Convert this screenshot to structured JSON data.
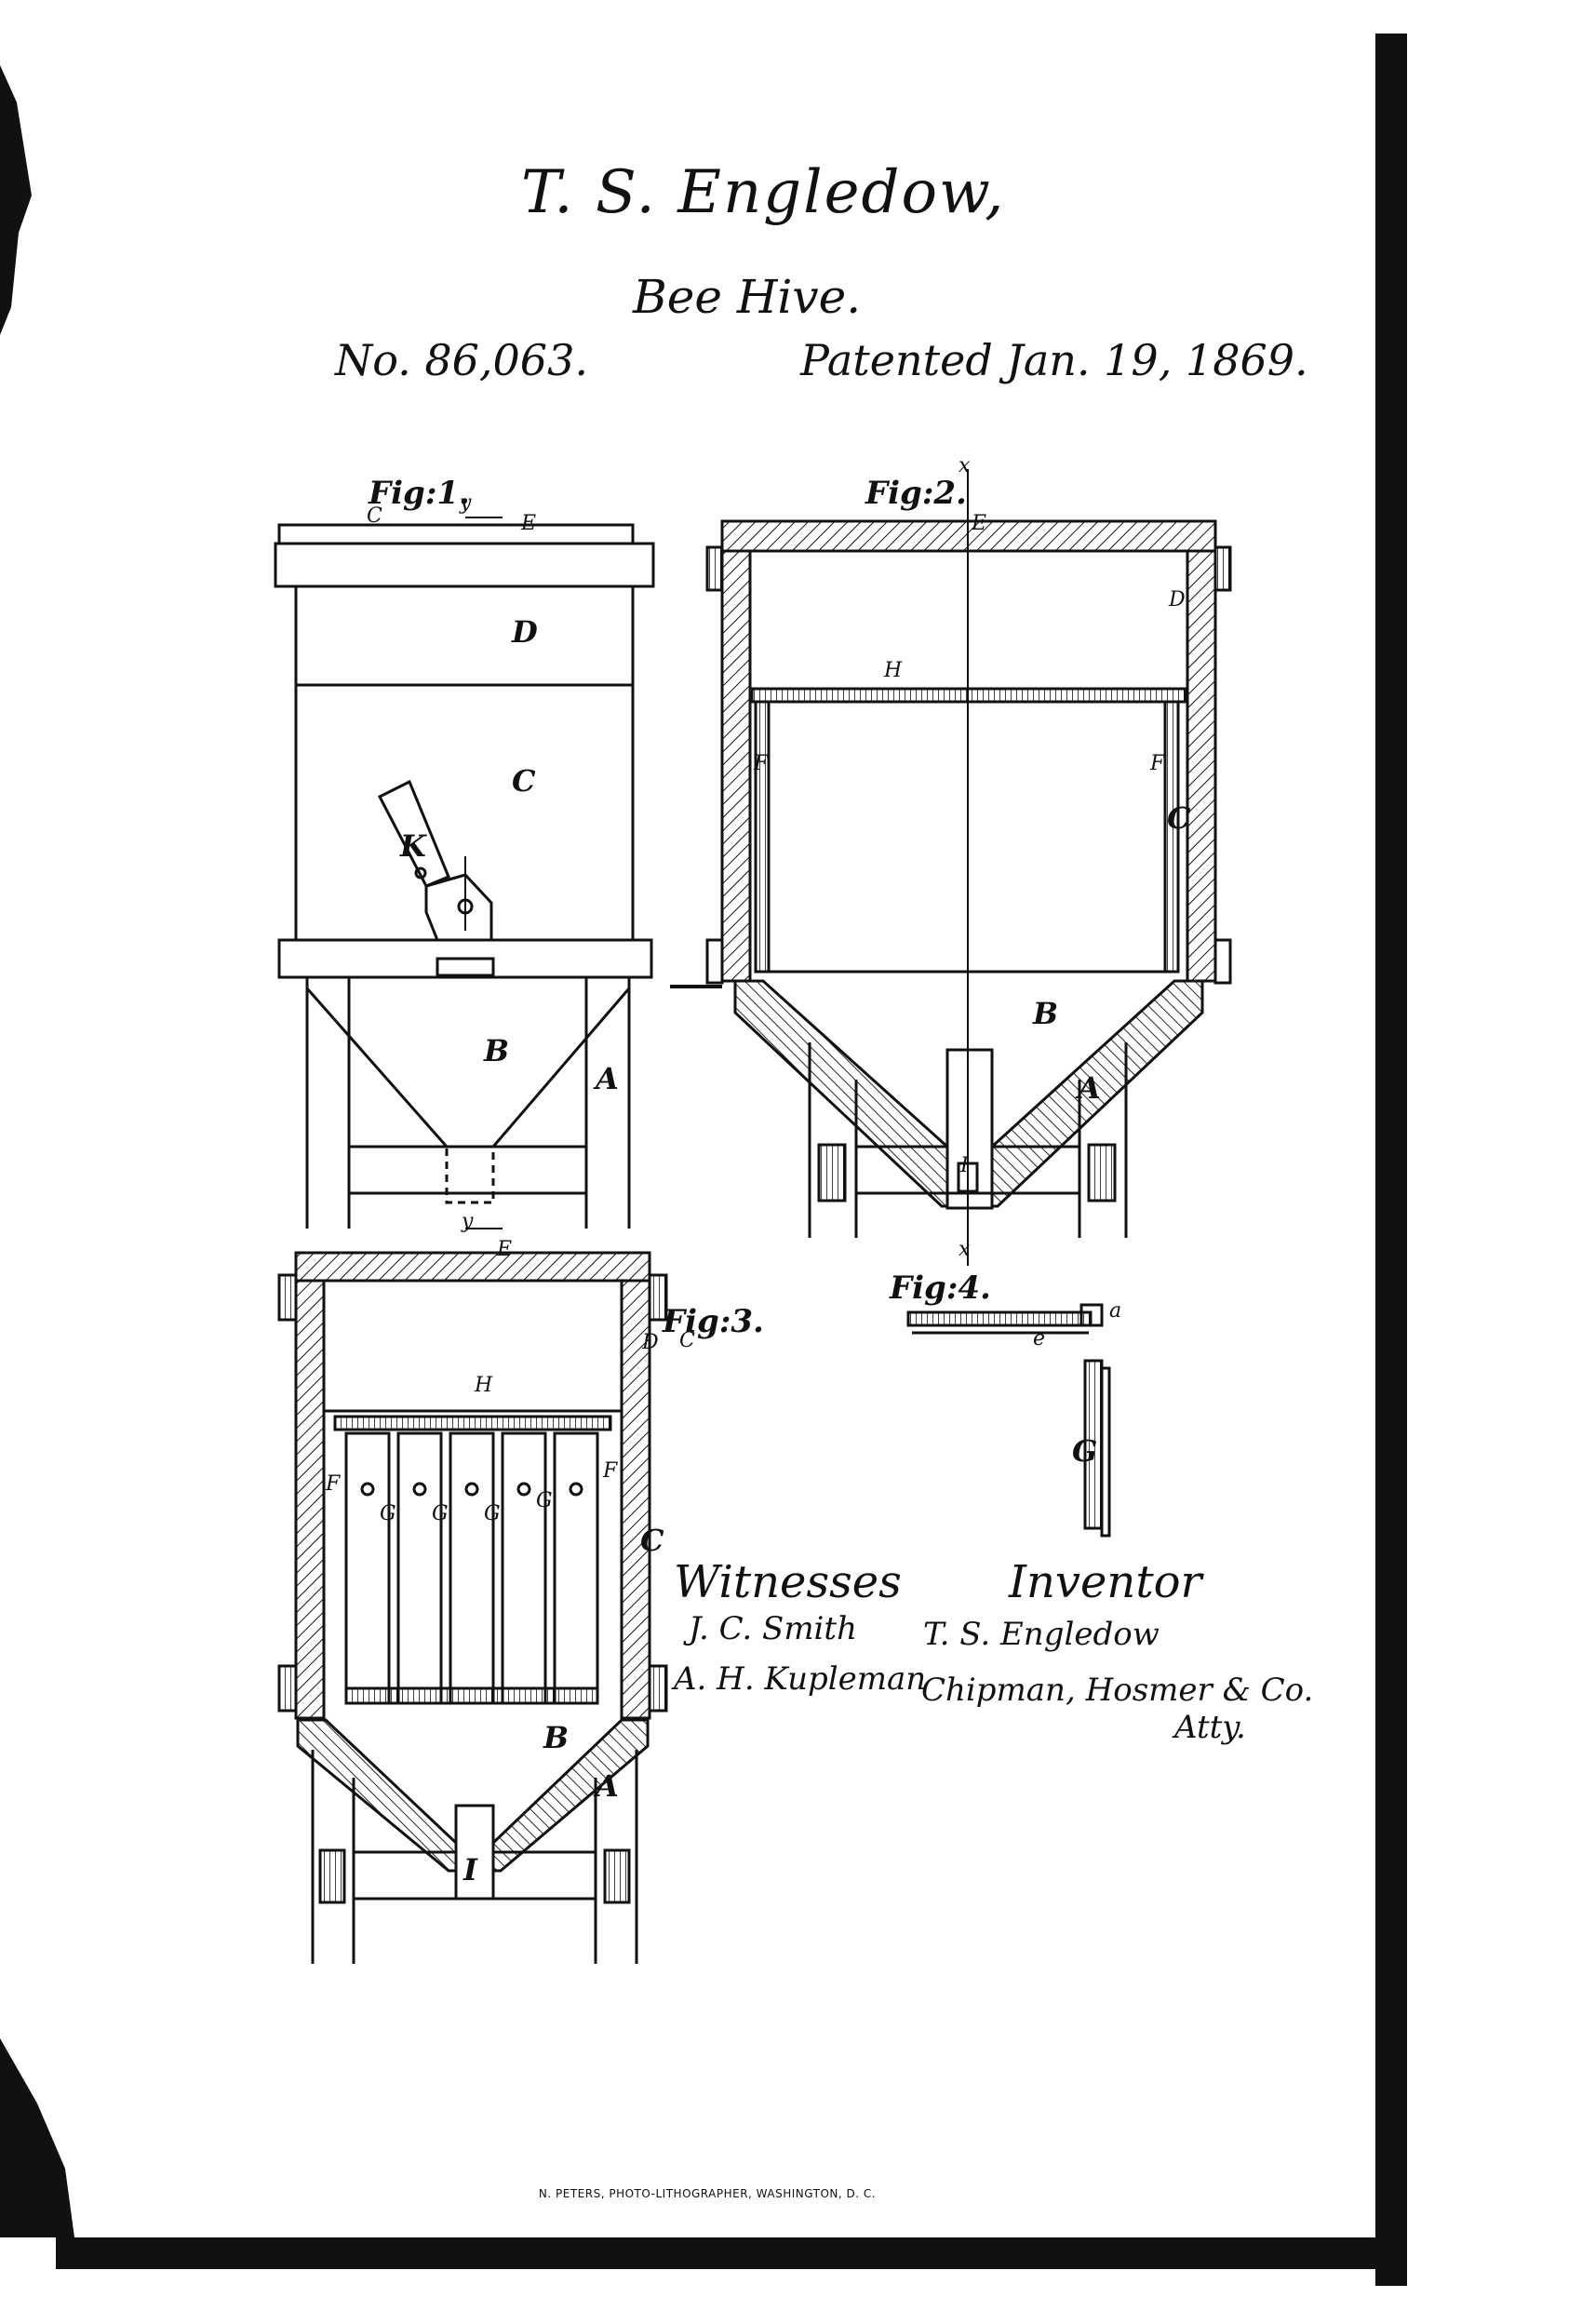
{
  "header": {
    "inventor_name": "T. S. Engledow,",
    "title": "Bee Hive.",
    "number": "No. 86,063.",
    "patented": "Patented Jan. 19, 1869."
  },
  "figures": {
    "fig1": {
      "label": "Fig:1.",
      "parts": [
        "C",
        "E",
        "D",
        "C",
        "K",
        "B",
        "A"
      ],
      "section_marks": [
        "y",
        "y"
      ]
    },
    "fig2": {
      "label": "Fig:2.",
      "parts": [
        "E",
        "D",
        "H",
        "F",
        "F",
        "C",
        "B",
        "A",
        "I"
      ],
      "section_marks": [
        "x",
        "x"
      ]
    },
    "fig3": {
      "label": "Fig:3.",
      "parts": [
        "E",
        "D",
        "C",
        "H",
        "F",
        "G",
        "G",
        "G",
        "G",
        "F",
        "C",
        "B",
        "A",
        "I"
      ]
    },
    "fig4": {
      "label": "Fig:4.",
      "parts": [
        "a",
        "e",
        "G"
      ]
    }
  },
  "signatures": {
    "witnesses_heading": "Witnesses",
    "witness_1": "J. C. Smith",
    "witness_2": "A. H. Kupleman",
    "inventor_heading": "Inventor",
    "inventor": "T. S. Engledow",
    "attorneys": "Chipman, Hosmer & Co.",
    "attorneys_suffix": "Atty."
  },
  "footer": {
    "credit": "N. PETERS, PHOTO-LITHOGRAPHER, WASHINGTON, D. C."
  }
}
